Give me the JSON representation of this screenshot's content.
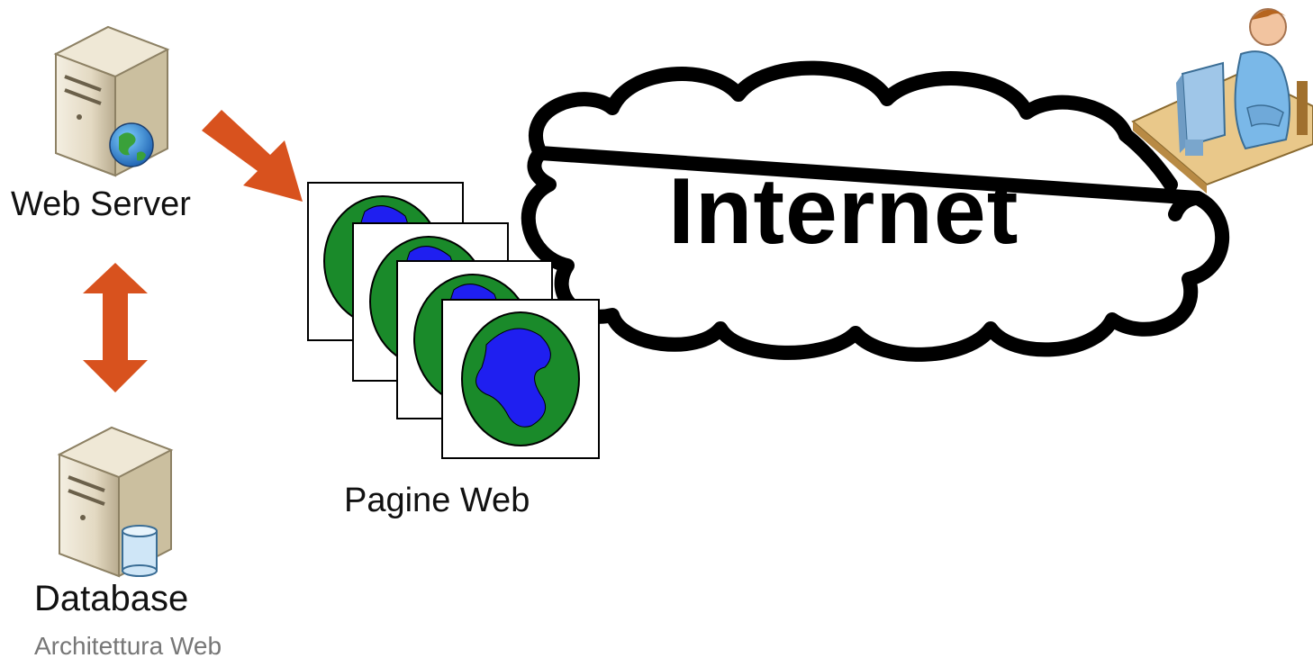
{
  "labels": {
    "web_server": "Web Server",
    "database": "Database",
    "caption": "Architettura Web",
    "pages": "Pagine Web",
    "internet": "Internet"
  },
  "icons": {
    "server": "server-icon",
    "database": "database-server-icon",
    "globe": "globe-icon",
    "user": "user-at-computer-icon",
    "cloud": "cloud-icon"
  },
  "colors": {
    "arrow": "#d8521e",
    "globe_land": "#1a8a2a",
    "globe_water": "#1f1ff0",
    "server_body": "#e6ddc6",
    "cloud_stroke": "#000000"
  }
}
